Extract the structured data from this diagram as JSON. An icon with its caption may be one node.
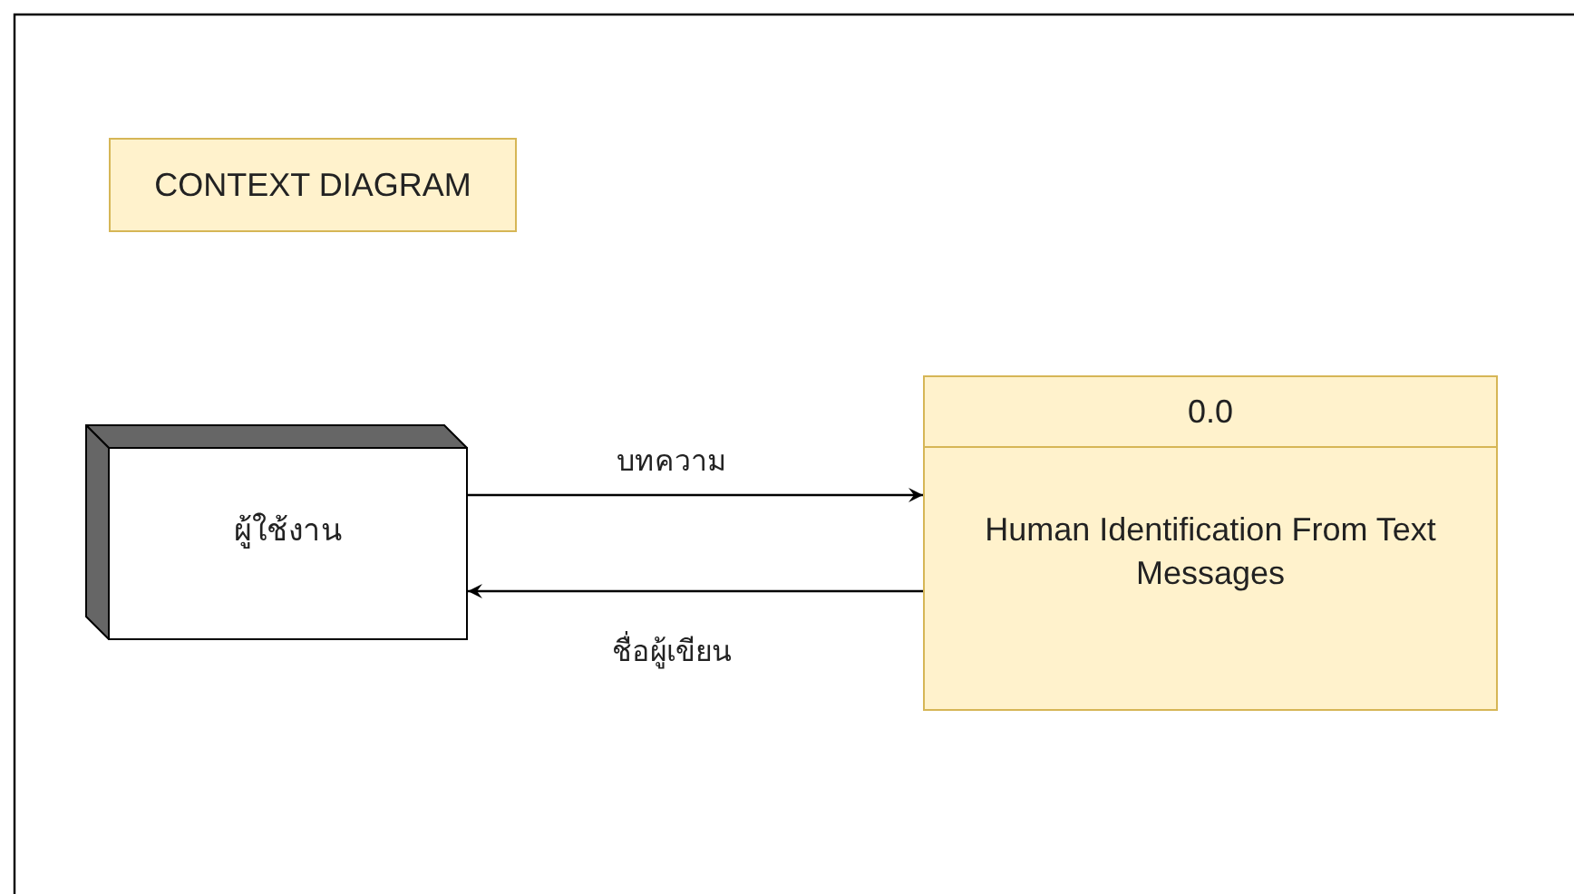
{
  "diagram": {
    "nodes": [
      {
        "text": [
          "CONTEXT DIAGRAM"
        ]
      },
      {
        "text": [
          "ผู้ใช้งาน"
        ]
      },
      {
        "text": [
          "0.0",
          "Human Identification From Text Messages"
        ]
      }
    ],
    "edges": [
      {
        "from": 1,
        "to": 2,
        "arrow": "to",
        "label": "บทความ"
      },
      {
        "from": 2,
        "to": 1,
        "arrow": "to",
        "label": "ชื่อผู้เขียน"
      }
    ]
  }
}
